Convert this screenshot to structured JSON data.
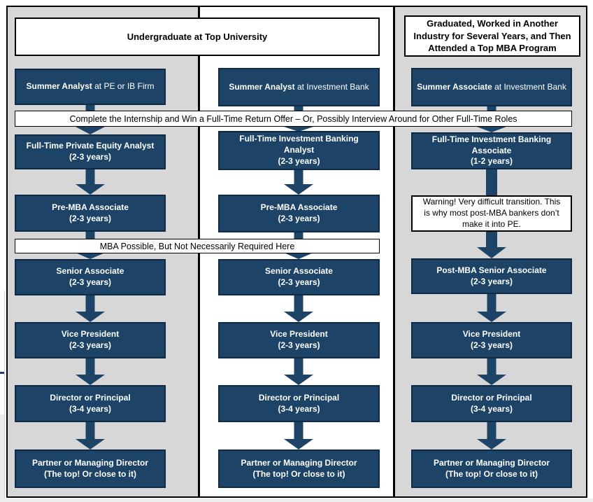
{
  "colors": {
    "box_fill": "#1d4466",
    "box_border": "#0f2b47",
    "panel_gray": "#d7d7d7",
    "panel_white": "#ffffff",
    "arrow": "#1d4466",
    "outline_black": "#000000"
  },
  "headers": {
    "undergrad": "Undergraduate at Top University",
    "mba_path": "Graduated, Worked in Another Industry for Several Years, and Then Attended a Top MBA Program"
  },
  "banners": {
    "internship": "Complete the Internship and Win a Full-Time Return Offer – Or, Possibly Interview Around for Other Full-Time Roles",
    "mba_optional": "MBA Possible, But Not Necessarily Required Here"
  },
  "columns": {
    "left": {
      "summer": {
        "bold": "Summer Analyst",
        "rest": "at PE or IB Firm"
      },
      "steps": [
        {
          "title": "Full-Time Private Equity Analyst",
          "sub": "(2-3 years)"
        },
        {
          "title": "Pre-MBA Associate",
          "sub": "(2-3 years)"
        },
        {
          "title": "Senior Associate",
          "sub": "(2-3 years)"
        },
        {
          "title": "Vice President",
          "sub": "(2-3 years)"
        },
        {
          "title": "Director or Principal",
          "sub": "(3-4 years)"
        },
        {
          "title": "Partner or Managing Director",
          "sub": "(The top! Or close to it)"
        }
      ]
    },
    "middle": {
      "summer": {
        "bold": "Summer Analyst",
        "rest": "at Investment Bank"
      },
      "steps": [
        {
          "title": "Full-Time Investment Banking Analyst",
          "sub": "(2-3 years)"
        },
        {
          "title": "Pre-MBA Associate",
          "sub": "(2-3 years)"
        },
        {
          "title": "Senior Associate",
          "sub": "(2-3 years)"
        },
        {
          "title": "Vice President",
          "sub": "(2-3 years)"
        },
        {
          "title": "Director or Principal",
          "sub": "(3-4 years)"
        },
        {
          "title": "Partner or Managing Director",
          "sub": "(The top! Or close to it)"
        }
      ]
    },
    "right": {
      "summer": {
        "bold": "Summer Associate",
        "rest": "at Investment Bank"
      },
      "warning": "Warning! Very difficult transition. This is why most post-MBA bankers don’t make it into PE.",
      "steps": [
        {
          "title": "Full-Time Investment Banking Associate",
          "sub": "(1-2 years)"
        },
        {
          "title": "Post-MBA Senior Associate",
          "sub": "(2-3 years)"
        },
        {
          "title": "Vice President",
          "sub": "(2-3 years)"
        },
        {
          "title": "Director or Principal",
          "sub": "(3-4 years)"
        },
        {
          "title": "Partner or Managing Director",
          "sub": "(The top! Or close to it)"
        }
      ]
    }
  }
}
